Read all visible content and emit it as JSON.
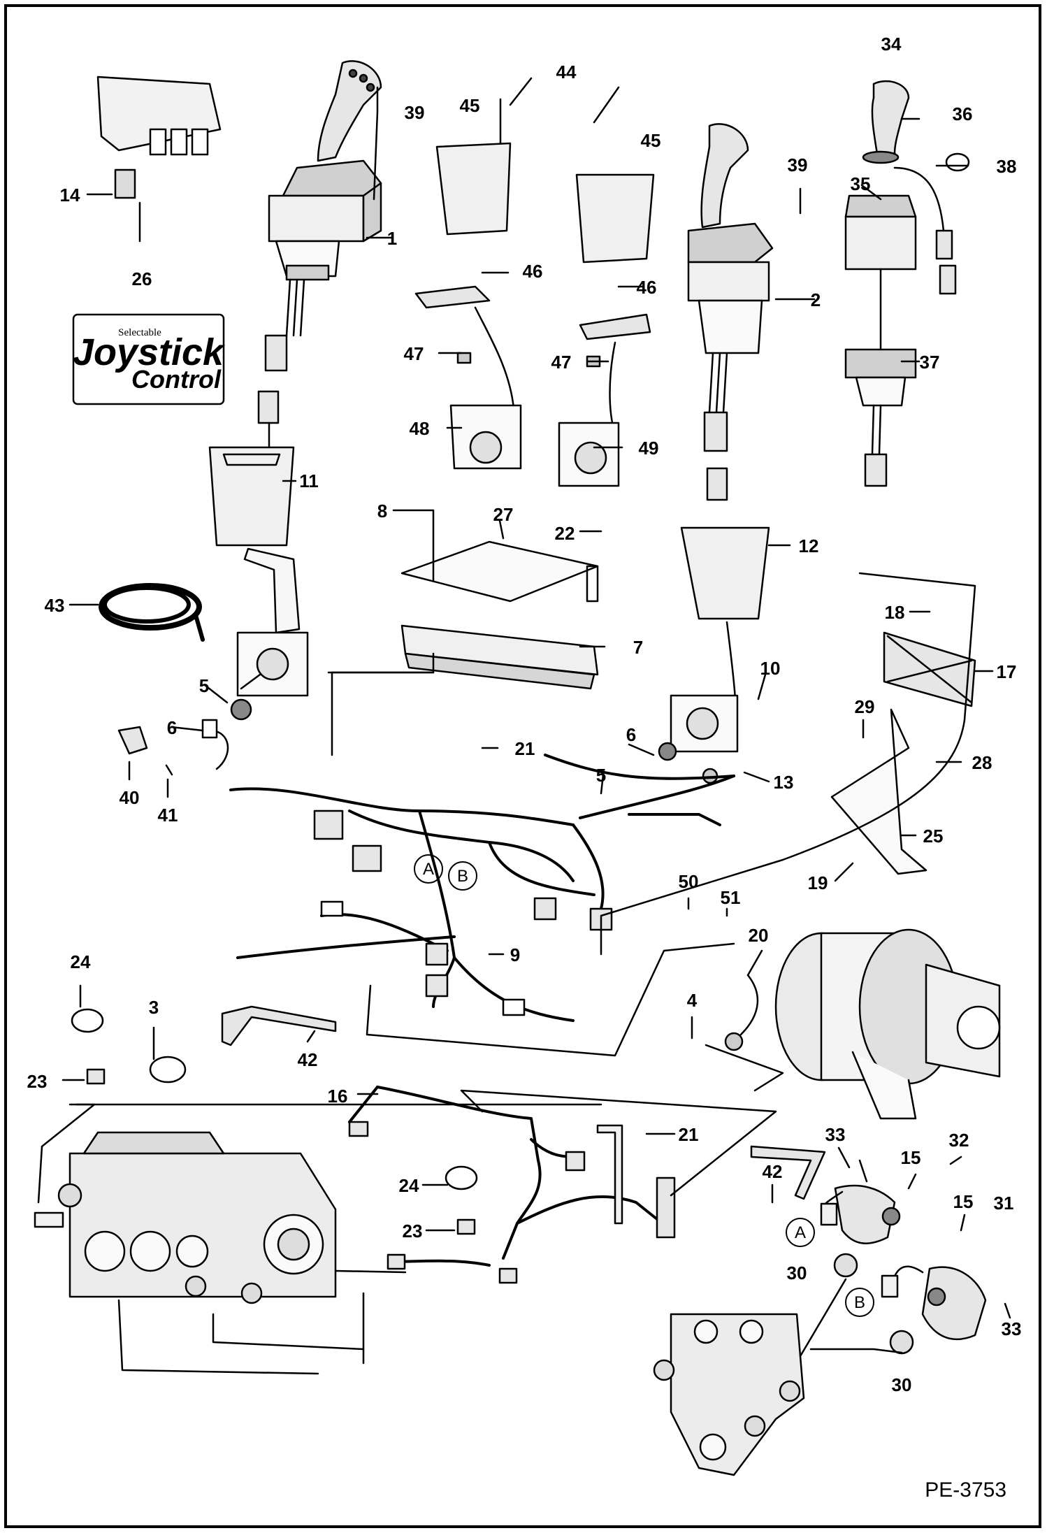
{
  "diagram": {
    "page_code": "PE-3753",
    "decal": {
      "line1": "Selectable",
      "line2": "Joystick",
      "line3": "Control"
    },
    "circle_labels": [
      "A",
      "B",
      "A",
      "B"
    ],
    "callouts": [
      "34",
      "44",
      "39",
      "45",
      "45",
      "36",
      "38",
      "39",
      "35",
      "14",
      "1",
      "2",
      "26",
      "46",
      "46",
      "47",
      "47",
      "37",
      "48",
      "49",
      "11",
      "8",
      "27",
      "22",
      "12",
      "43",
      "18",
      "7",
      "17",
      "10",
      "5",
      "29",
      "28",
      "6",
      "21",
      "6",
      "13",
      "5",
      "40",
      "41",
      "25",
      "19",
      "50",
      "51",
      "20",
      "9",
      "24",
      "3",
      "4",
      "42",
      "23",
      "16",
      "21",
      "33",
      "15",
      "32",
      "31",
      "24",
      "42",
      "15",
      "23",
      "30",
      "33",
      "30"
    ]
  }
}
